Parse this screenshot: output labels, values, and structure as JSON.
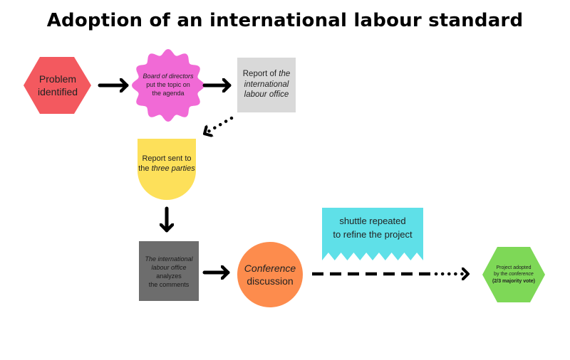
{
  "title": "Adoption of an international labour standard",
  "nodes": {
    "problem": {
      "line1": "Problem",
      "line2": "identified",
      "color": "#f3595f"
    },
    "board": {
      "line1": "Board of directors",
      "line2": "put the topic on",
      "line3": "the agenda",
      "color": "#f16ad6"
    },
    "report_office": {
      "line1_prefix": "Report of ",
      "line1_italic": "the",
      "line2": "international",
      "line3": "labour office",
      "color": "#d9d9d9"
    },
    "report_sent": {
      "line1": "Report sent to",
      "line2_prefix": "the ",
      "line2_italic": "three parties",
      "color": "#fde05a"
    },
    "analyzes": {
      "line1": "The international",
      "line2": "labour office",
      "line3": "analyzes",
      "line4": "the comments",
      "color": "#6d6d6d"
    },
    "conference": {
      "line1": "Conference",
      "line2": "discussion",
      "color": "#fd8c4d"
    },
    "shuttle": {
      "line1": "shuttle repeated",
      "line2": "to refine the project",
      "color": "#5fe0e8"
    },
    "adopted": {
      "line1": "Project adopted",
      "line2_prefix": "by the ",
      "line2_italic": "conference",
      "line3": "(2/3 majority vote)",
      "color": "#7ed857"
    }
  }
}
